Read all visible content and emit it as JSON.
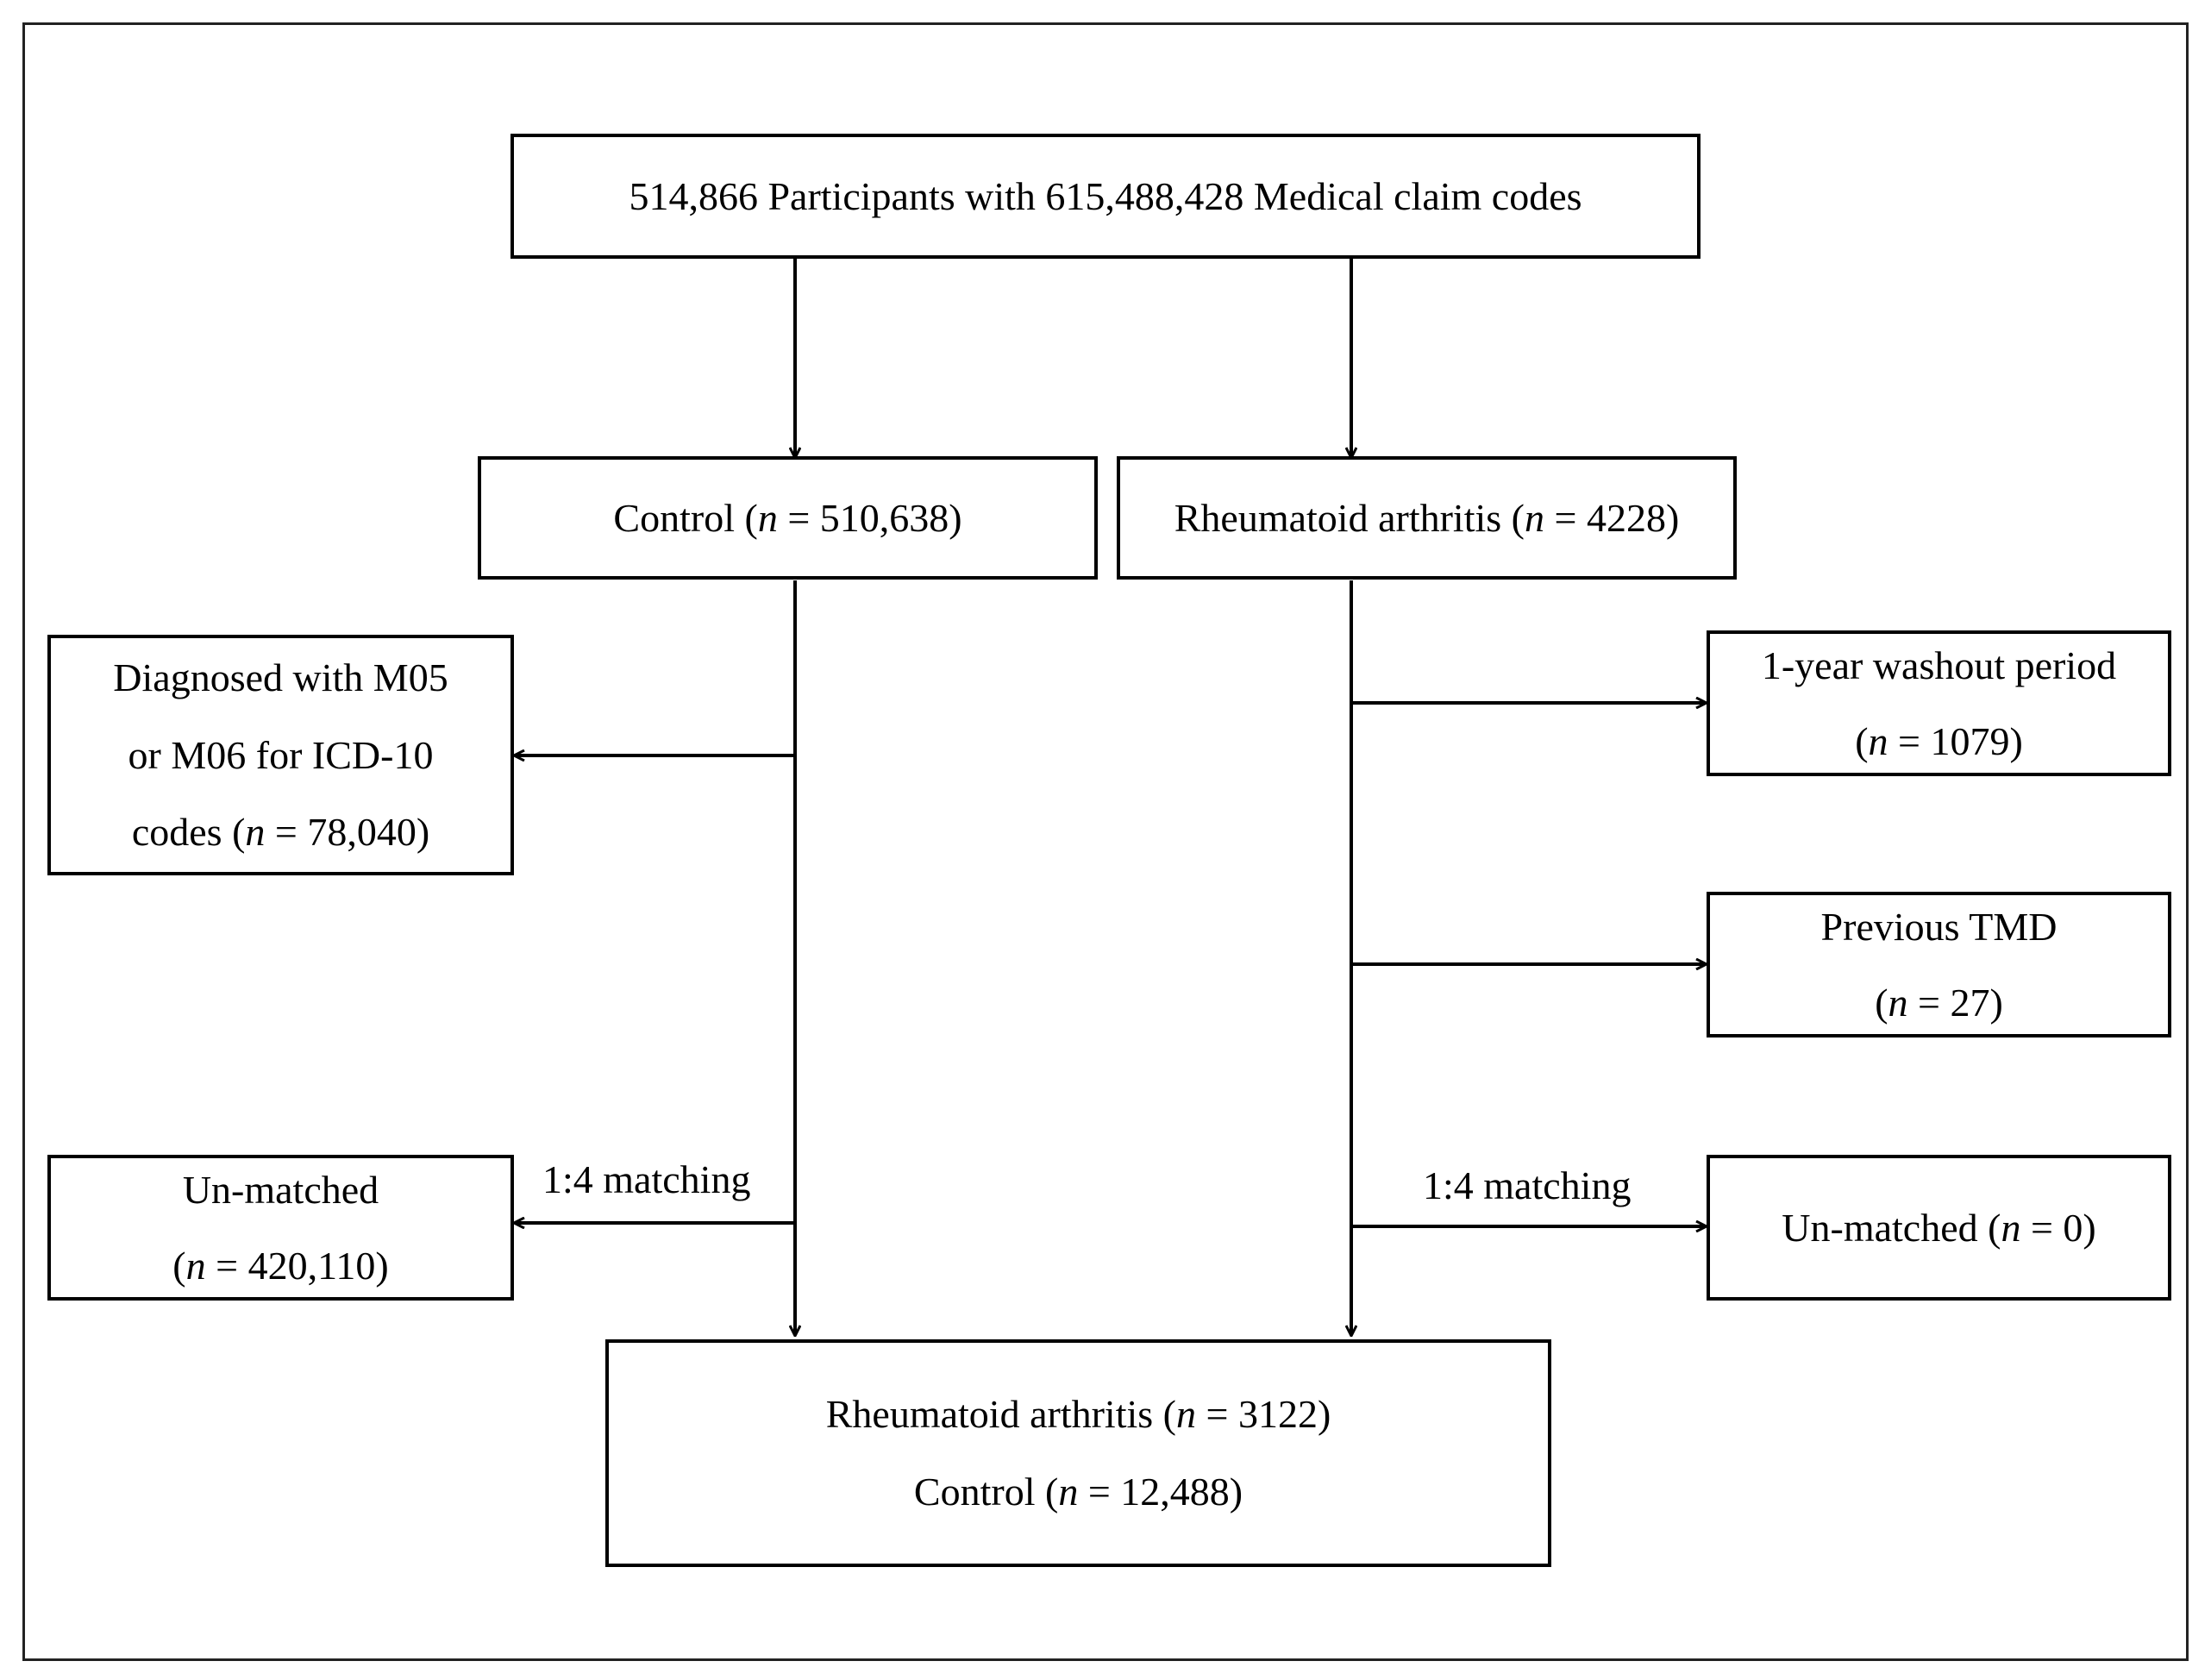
{
  "colors": {
    "stroke": "#000000",
    "background": "#ffffff",
    "frame": "#222222"
  },
  "top": {
    "text": "514,866 Participants with  615,488,428 Medical claim codes"
  },
  "control": {
    "pre": "Control  (",
    "n": "n",
    "post": " = 510,638)"
  },
  "ra": {
    "pre": "Rheumatoid arthritis (",
    "n": "n",
    "post": " = 4228)"
  },
  "diagnosed": {
    "line1": "Diagnosed with M05",
    "line2": "or M06 for ICD-10",
    "line3_pre": "codes (",
    "n": "n",
    "line3_post": " = 78,040)"
  },
  "washout": {
    "line1": "1-year washout period",
    "line2_pre": "(",
    "n": "n",
    "line2_post": " = 1079)"
  },
  "tmd": {
    "line1": "Previous TMD",
    "line2_pre": "(",
    "n": "n",
    "line2_post": " = 27)"
  },
  "unmatched_left": {
    "line1": "Un-matched",
    "line2_pre": "(",
    "n": "n",
    "line2_post": " = 420,110)"
  },
  "unmatched_right": {
    "pre": "Un-matched (",
    "n": "n",
    "post": " = 0)"
  },
  "matching_left": "1:4 matching",
  "matching_right": "1:4 matching",
  "final": {
    "line1_pre": "Rheumatoid arthritis (",
    "n1": "n",
    "line1_post": " = 3122)",
    "line2_pre": "Control  (",
    "n2": "n",
    "line2_post": " = 12,488)"
  }
}
